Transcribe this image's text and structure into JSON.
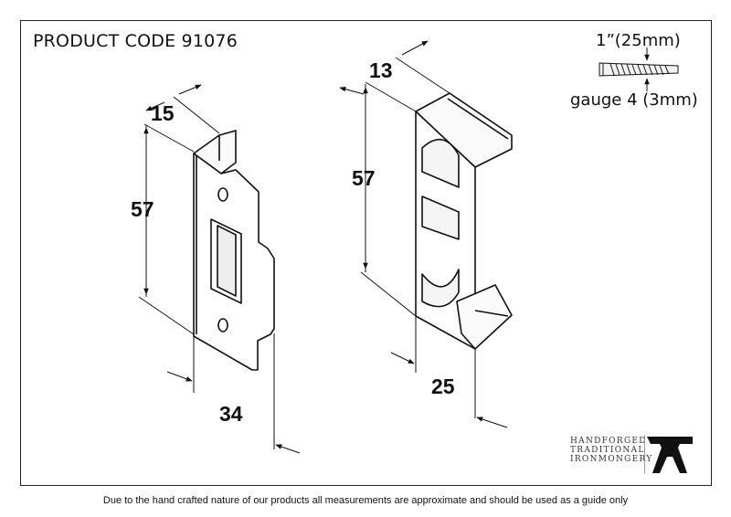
{
  "header": {
    "product_code": "PRODUCT CODE 91076"
  },
  "screw": {
    "length": "1”(25mm)",
    "gauge": "gauge 4 (3mm)"
  },
  "plate": {
    "dim_width": "15",
    "dim_height": "57",
    "dim_depth": "34"
  },
  "keep": {
    "dim_width": "13",
    "dim_height": "57",
    "dim_depth": "25"
  },
  "brand": {
    "line1": "HANDFORGED",
    "line2": "TRADITIONAL",
    "line3": "IRONMONGERY",
    "logo_icon": "anvil-icon"
  },
  "footer": {
    "disclaimer": "Due to the hand crafted nature of our products all measurements are approximate and should be used as a guide only"
  }
}
